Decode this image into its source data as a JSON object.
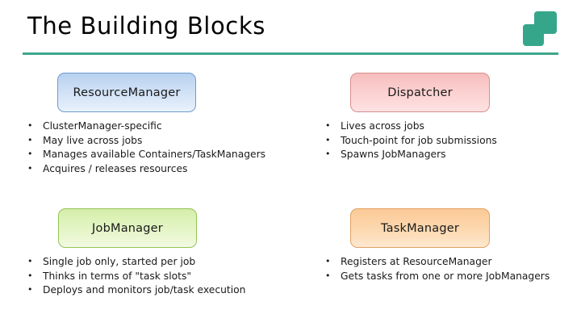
{
  "slide": {
    "title": "The Building Blocks",
    "accent_color": "#3fa68c",
    "background_color": "#ffffff"
  },
  "logo": {
    "name": "two-squares-logo",
    "color": "#36a68b"
  },
  "blocks": [
    {
      "id": "resourcemanager",
      "label": "ResourceManager",
      "fill_color": "#cfe0f5",
      "border_color": "#6f9bd1",
      "bullets": [
        "ClusterManager-specific",
        "May live across jobs",
        "Manages available Containers/TaskManagers",
        "Acquires / releases resources"
      ]
    },
    {
      "id": "dispatcher",
      "label": "Dispatcher",
      "fill_color": "#fbcfcf",
      "border_color": "#d98e8e",
      "bullets": [
        "Lives across jobs",
        "Touch-point for job submissions",
        "Spawns JobManagers"
      ]
    },
    {
      "id": "jobmanager",
      "label": "JobManager",
      "fill_color": "#e2f4c2",
      "border_color": "#94c456",
      "bullets": [
        "Single job only, started per job",
        "Thinks in terms of \"task slots\"",
        "Deploys and monitors job/task execution"
      ]
    },
    {
      "id": "taskmanager",
      "label": "TaskManager",
      "fill_color": "#fcd6ab",
      "border_color": "#e0a162",
      "bullets": [
        "Registers at ResourceManager",
        "Gets tasks from one or more JobManagers"
      ]
    }
  ],
  "bullet_glyph": "•"
}
